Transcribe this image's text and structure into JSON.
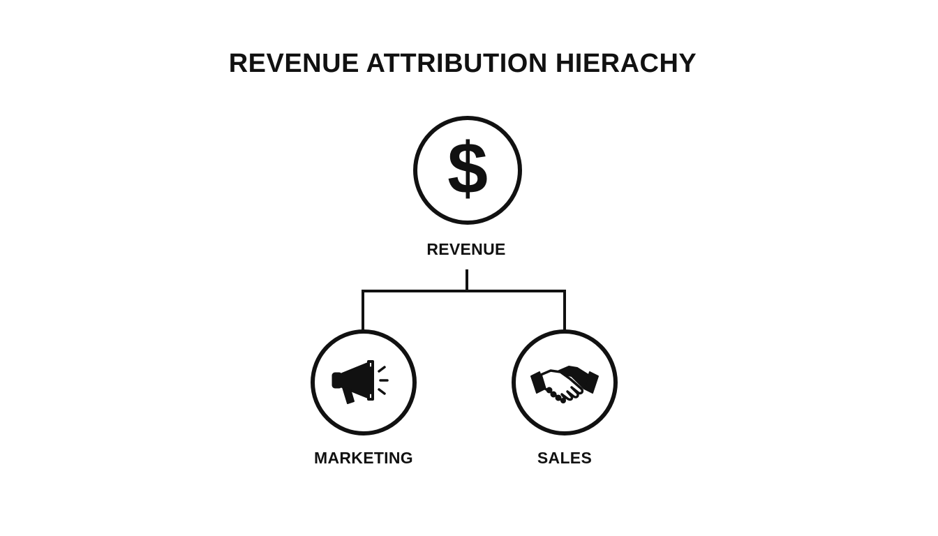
{
  "title": "REVENUE ATTRIBUTION HIERACHY",
  "root": {
    "label": "REVENUE",
    "symbol": "$",
    "icon": "dollar-sign-icon"
  },
  "children": [
    {
      "label": "MARKETING",
      "icon": "megaphone-icon"
    },
    {
      "label": "SALES",
      "icon": "handshake-icon"
    }
  ],
  "colors": {
    "stroke": "#111111",
    "background": "#ffffff"
  }
}
